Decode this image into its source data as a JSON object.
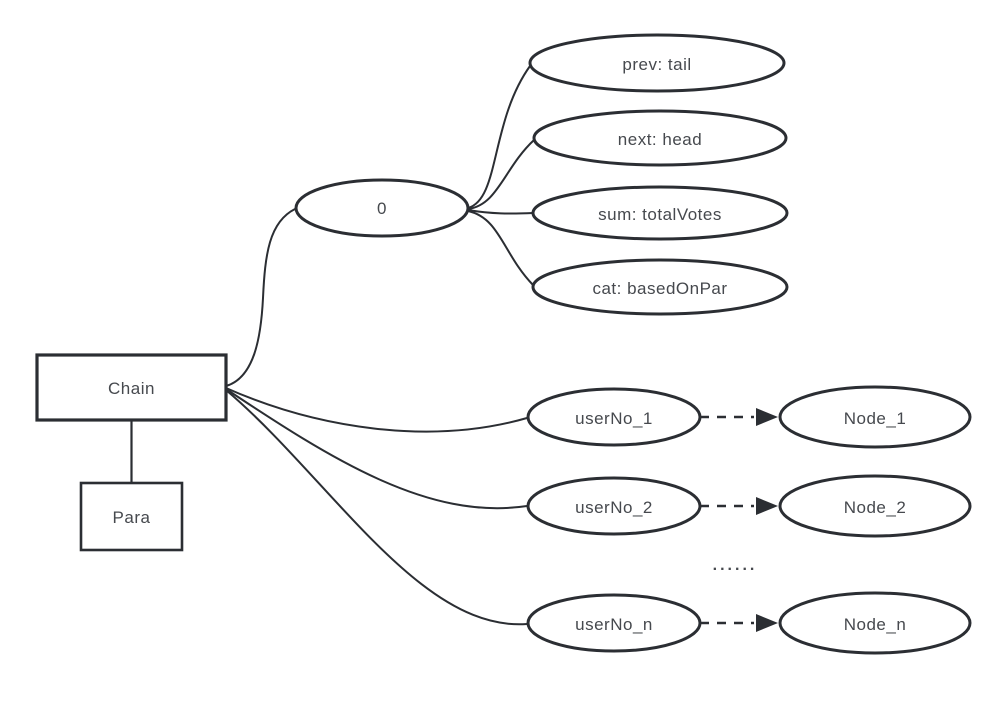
{
  "colors": {
    "stroke": "#2b2e33",
    "text": "#46494e",
    "background": "#ffffff"
  },
  "nodes": {
    "chain": "Chain",
    "para": "Para",
    "zero": "0",
    "prev": "prev: tail",
    "next": "next: head",
    "sum": "sum: totalVotes",
    "cat": "cat: basedOnPar",
    "user1": "userNo_1",
    "user2": "userNo_2",
    "usern": "userNo_n",
    "node1": "Node_1",
    "node2": "Node_2",
    "noden": "Node_n",
    "ellipsis": "......"
  },
  "edges": [
    {
      "from": "Chain",
      "to": "Para",
      "style": "solid-line"
    },
    {
      "from": "Chain",
      "to": "0",
      "style": "curve"
    },
    {
      "from": "Chain",
      "to": "userNo_1",
      "style": "curve"
    },
    {
      "from": "Chain",
      "to": "userNo_2",
      "style": "curve"
    },
    {
      "from": "Chain",
      "to": "userNo_n",
      "style": "curve"
    },
    {
      "from": "0",
      "to": "prev: tail",
      "style": "curve"
    },
    {
      "from": "0",
      "to": "next: head",
      "style": "curve"
    },
    {
      "from": "0",
      "to": "sum: totalVotes",
      "style": "curve"
    },
    {
      "from": "0",
      "to": "cat: basedOnPar",
      "style": "curve"
    },
    {
      "from": "userNo_1",
      "to": "Node_1",
      "style": "dashed-arrow"
    },
    {
      "from": "userNo_2",
      "to": "Node_2",
      "style": "dashed-arrow"
    },
    {
      "from": "userNo_n",
      "to": "Node_n",
      "style": "dashed-arrow"
    }
  ]
}
